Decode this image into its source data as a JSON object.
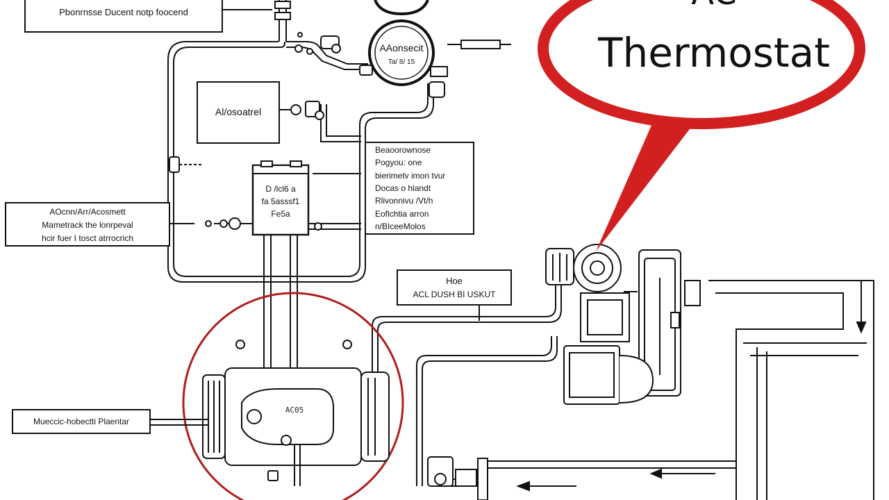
{
  "colors": {
    "ink": "#111111",
    "callout": "#d21f1f",
    "circle": "#b01c1c",
    "paper": "#ffffff"
  },
  "callout": {
    "top_line": "AC",
    "title": "Thermostat"
  },
  "labels": {
    "top_box": "Pbonrnsse Ducent notp foocend",
    "upper_gauge": "AAonsecit",
    "upper_gauge_sub": "Ta/ 8/ 15",
    "left_box": "Al/osoatrel",
    "center_block": [
      "D /lcl6 a",
      "fa 5asssf1",
      "Fe5a"
    ],
    "right_list": [
      "Beaoorownose",
      "Pogyou: one",
      "bierimetv imon tvur",
      "Docas o hlandt",
      "Rlivonnivu /Vt/h",
      "Eoflchtia arron",
      "n/BIceeMolos"
    ],
    "left_mid_box": [
      "AOcnn/Arr/Acosmett",
      "Mametrack the lonrpeval",
      "hcir fuer I tosct atrrocrich"
    ],
    "hose_box": [
      "Hoe",
      "ACL DUSH BI USKUT"
    ],
    "bottom_left_box": "Mueccic-hobectti Plaentar",
    "compressor_plate": "AC05"
  },
  "icons": [
    "pressure-gauge-icon",
    "valve-icon",
    "compressor-icon",
    "condenser-coil-icon",
    "flow-arrow-icon"
  ]
}
